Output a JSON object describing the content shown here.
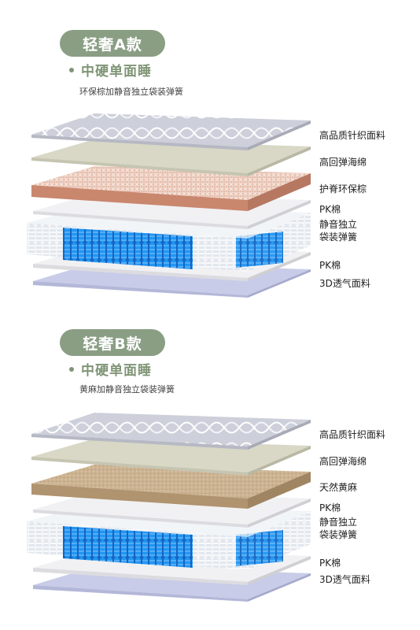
{
  "colors": {
    "pill_bg": "#8a9e84",
    "accent_green": "#7f9576",
    "spring_blue": "#1e88e5",
    "knit_fabric": "#c9ccd6",
    "foam_beige": "#d9d8c6",
    "palm_fiber": "#e7b8a4",
    "jute_fiber": "#c9ae8b",
    "air_mesh": "#c8cbe6"
  },
  "sections": [
    {
      "title": "轻奢A款",
      "feature": "中硬单面睡",
      "description": "环保棕加静音独立袋装弹簧",
      "layers": [
        "高品质针织面料",
        "高回弹海绵",
        "护脊环保棕",
        "PK棉",
        "静音独立",
        "袋装弹簧",
        "PK棉",
        "3D透气面料"
      ]
    },
    {
      "title": "轻奢B款",
      "feature": "中硬单面睡",
      "description": "黄麻加静音独立袋装弹簧",
      "layers": [
        "高品质针织面料",
        "高回弹海绵",
        "天然黄麻",
        "PK棉",
        "静音独立",
        "袋装弹簧",
        "PK棉",
        "3D透气面料"
      ]
    }
  ]
}
